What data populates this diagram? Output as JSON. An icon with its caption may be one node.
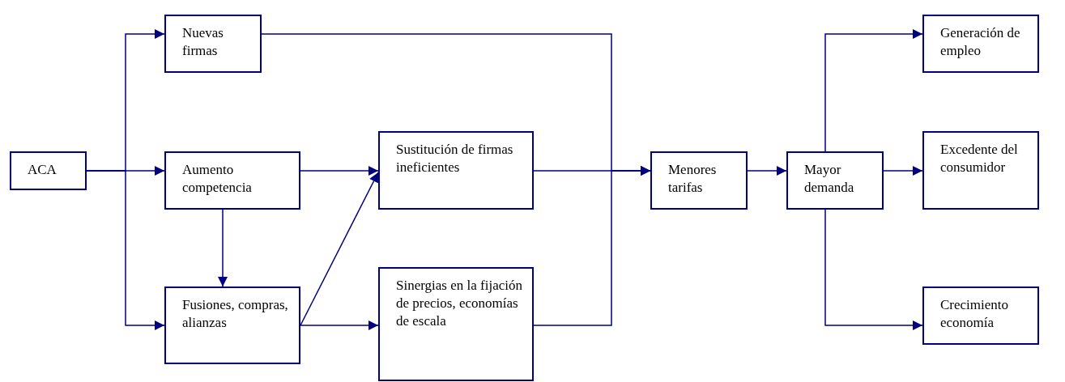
{
  "diagram": {
    "nodes": [
      {
        "text": [
          "ACA"
        ]
      },
      {
        "text": [
          "Nuevas firmas"
        ]
      },
      {
        "text": [
          "Aumento competencia"
        ]
      },
      {
        "text": [
          "Fusiones, compras, alianzas"
        ]
      },
      {
        "text": [
          "Sustitución de firmas ineficientes"
        ]
      },
      {
        "text": [
          "Sinergias en la fijación de precios, economías de escala"
        ]
      },
      {
        "text": [
          "Menores tarifas"
        ]
      },
      {
        "text": [
          "Mayor demanda"
        ]
      },
      {
        "text": [
          "Generación de empleo"
        ]
      },
      {
        "text": [
          "Excedente del consumidor"
        ]
      },
      {
        "text": [
          "Crecimiento economía"
        ]
      }
    ],
    "edges": [
      {
        "from": 0,
        "to": 1,
        "arrow": "to"
      },
      {
        "from": 0,
        "to": 2,
        "arrow": "to"
      },
      {
        "from": 0,
        "to": 3,
        "arrow": "to"
      },
      {
        "from": 2,
        "to": 4,
        "arrow": "to"
      },
      {
        "from": 2,
        "to": 3,
        "arrow": "to"
      },
      {
        "from": 3,
        "to": 4,
        "arrow": "to"
      },
      {
        "from": 3,
        "to": 5,
        "arrow": "to"
      },
      {
        "from": 1,
        "to": 6,
        "arrow": "to"
      },
      {
        "from": 4,
        "to": 6,
        "arrow": "to"
      },
      {
        "from": 5,
        "to": 6,
        "arrow": "to"
      },
      {
        "from": 6,
        "to": 7,
        "arrow": "to"
      },
      {
        "from": 7,
        "to": 8,
        "arrow": "to"
      },
      {
        "from": 7,
        "to": 9,
        "arrow": "to"
      },
      {
        "from": 7,
        "to": 10,
        "arrow": "to"
      }
    ]
  }
}
